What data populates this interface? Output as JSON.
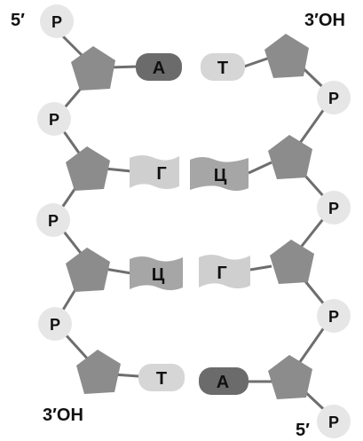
{
  "labels": {
    "top_left": "5′",
    "top_right": "3′OH",
    "bottom_left": "3′OH",
    "bottom_right": "5′"
  },
  "phosphate_label": "P",
  "pairs": [
    {
      "left": "А",
      "right": "Т"
    },
    {
      "left": "Г",
      "right": "Ц"
    },
    {
      "left": "Ц",
      "right": "Г"
    },
    {
      "left": "Т",
      "right": "А"
    }
  ],
  "colors": {
    "phosphate": "#e6e6e6",
    "sugar": "#8c8c8c",
    "backbone": "#6e6e6e",
    "base_A": "#6b6b6b",
    "base_T": "#d6d6d6",
    "base_G": "#cfcfcf",
    "base_C": "#a6a6a6",
    "text": "#111111"
  }
}
